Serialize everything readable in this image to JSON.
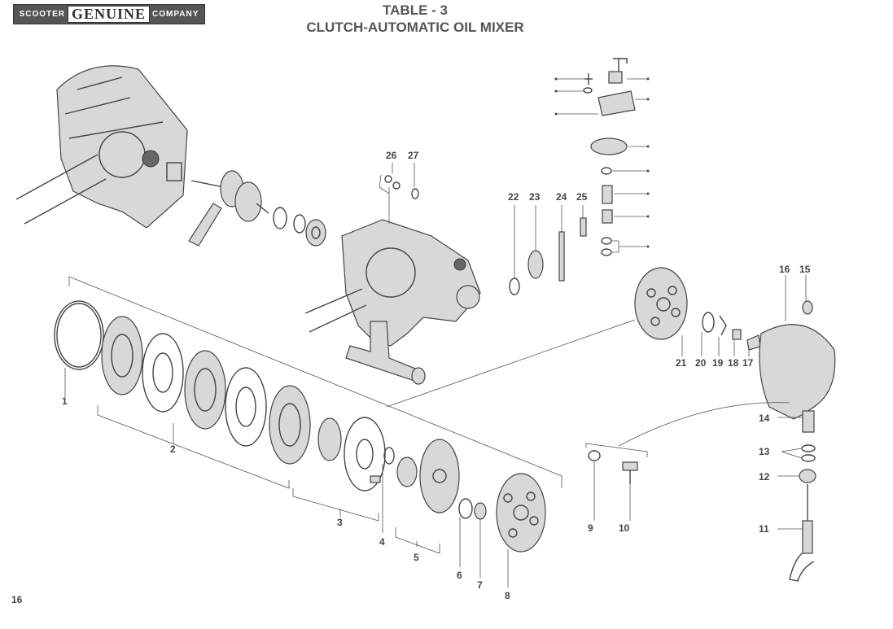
{
  "logo": {
    "left": "SCOOTER",
    "center": "GENUINE",
    "right": "COMPANY"
  },
  "title": {
    "line1": "TABLE - 3",
    "line2": "CLUTCH-AUTOMATIC OIL MIXER"
  },
  "page_number": "16",
  "callouts": [
    {
      "id": "1",
      "label": "1"
    },
    {
      "id": "2",
      "label": "2"
    },
    {
      "id": "3",
      "label": "3"
    },
    {
      "id": "4",
      "label": "4"
    },
    {
      "id": "5",
      "label": "5"
    },
    {
      "id": "6",
      "label": "6"
    },
    {
      "id": "7",
      "label": "7"
    },
    {
      "id": "8",
      "label": "8"
    },
    {
      "id": "9",
      "label": "9"
    },
    {
      "id": "10",
      "label": "10"
    },
    {
      "id": "11",
      "label": "11"
    },
    {
      "id": "12",
      "label": "12"
    },
    {
      "id": "13",
      "label": "13"
    },
    {
      "id": "14",
      "label": "14"
    },
    {
      "id": "15",
      "label": "15"
    },
    {
      "id": "16",
      "label": "16"
    },
    {
      "id": "17",
      "label": "17"
    },
    {
      "id": "18",
      "label": "18"
    },
    {
      "id": "19",
      "label": "19"
    },
    {
      "id": "20",
      "label": "20"
    },
    {
      "id": "21",
      "label": "21"
    },
    {
      "id": "22",
      "label": "22"
    },
    {
      "id": "23",
      "label": "23"
    },
    {
      "id": "24",
      "label": "24"
    },
    {
      "id": "25",
      "label": "25"
    },
    {
      "id": "26",
      "label": "26"
    },
    {
      "id": "27",
      "label": "27"
    }
  ]
}
